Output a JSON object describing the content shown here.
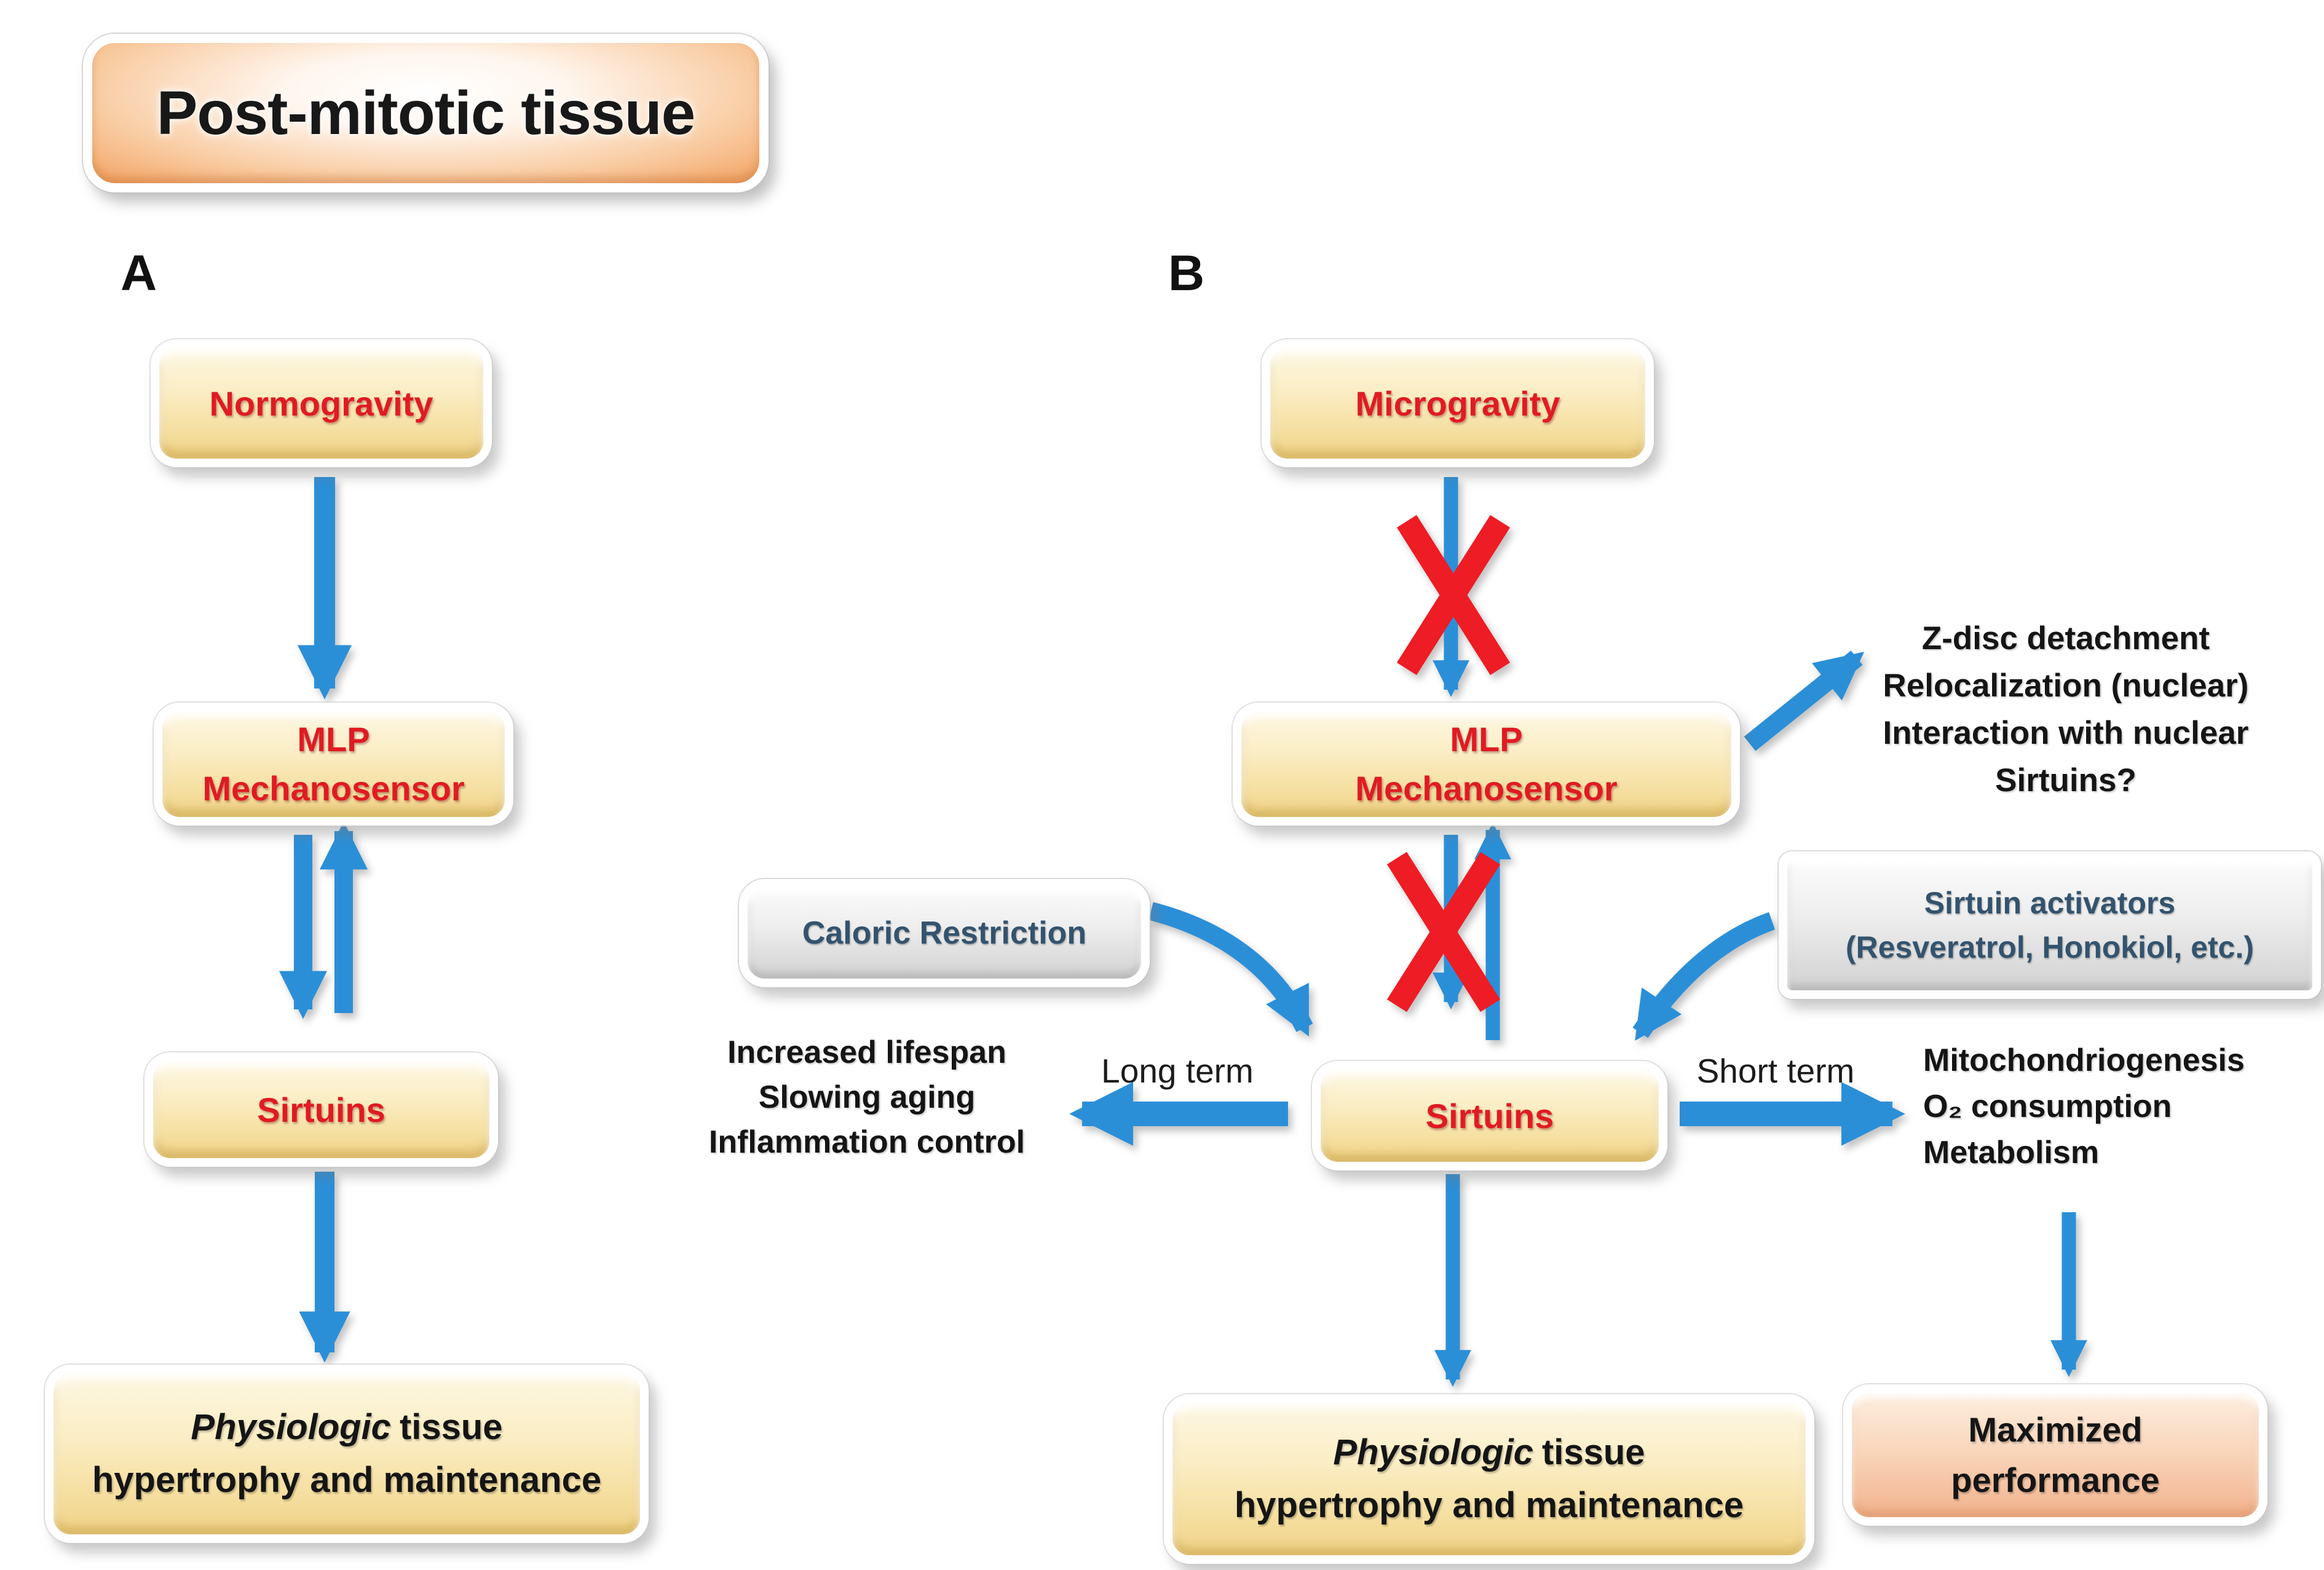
{
  "title": {
    "text": "Post-mitotic tissue"
  },
  "section_labels": {
    "a": "A",
    "b": "B"
  },
  "boxes": {
    "normogravity": "Normogravity",
    "microgravity": "Microgravity",
    "mlp_line1": "MLP",
    "mlp_line2": "Mechanosensor",
    "sirtuins": "Sirtuins",
    "outcome_italic": "Physiologic",
    "outcome_line1_rest": "tissue",
    "outcome_line2": "hypertrophy and maintenance",
    "caloric_restriction": "Caloric Restriction",
    "sirtuin_activators_line1": "Sirtuin activators",
    "sirtuin_activators_line2": "(Resveratrol, Honokiol, etc.)",
    "maximized_line1": "Maximized",
    "maximized_line2": "performance"
  },
  "arrow_labels": {
    "long_term": "Long term",
    "short_term": "Short term"
  },
  "annotations": {
    "zdisc": [
      "Z-disc detachment",
      "Relocalization (nuclear)",
      "Interaction with nuclear",
      "Sirtuins?"
    ],
    "long_term_effects": [
      "Increased lifespan",
      "Slowing aging",
      "Inflammation control"
    ],
    "short_term_effects": [
      "Mitochondriogenesis",
      "O₂ consumption",
      "Metabolism"
    ]
  },
  "colors": {
    "arrow_blue": "#2b8fd8",
    "blocked_cross_red": "#ee1c24",
    "box_label_red": "#e01b22",
    "box_yellow_top": "#fdf7e2",
    "box_yellow_bottom": "#f0d286",
    "gray_box_text": "#33536e",
    "title_orange": "#ed8136",
    "salmon_top": "#fdeee0",
    "salmon_bottom": "#f2b28d",
    "annotation_black": "#151515"
  }
}
